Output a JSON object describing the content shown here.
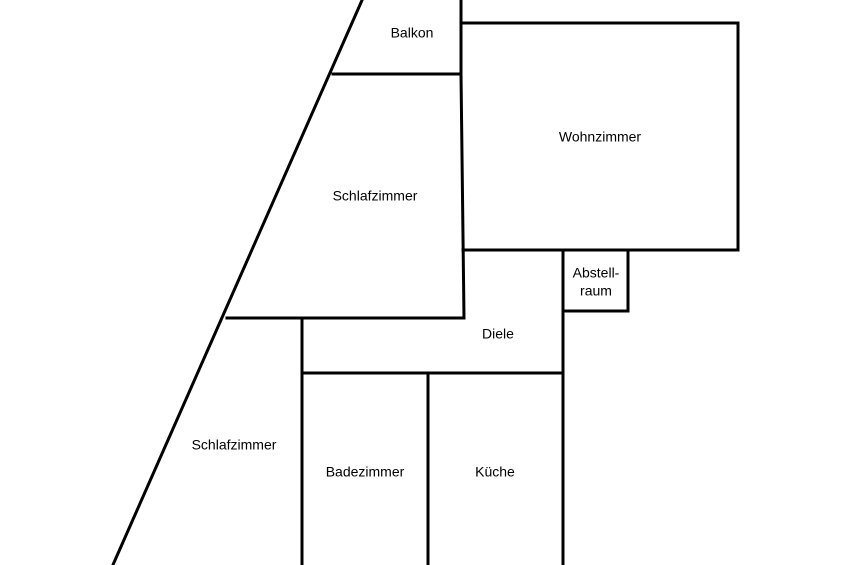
{
  "floorplan": {
    "wall_color": "#000000",
    "background_color": "#ffffff",
    "rooms": {
      "balkon": "Balkon",
      "wohnzimmer": "Wohnzimmer",
      "schlafzimmer_upper": "Schlafzimmer",
      "abstellraum_line1": "Abstell-",
      "abstellraum_line2": "raum",
      "diele": "Diele",
      "schlafzimmer_lower": "Schlafzimmer",
      "badezimmer": "Badezimmer",
      "kueche": "Küche"
    }
  }
}
